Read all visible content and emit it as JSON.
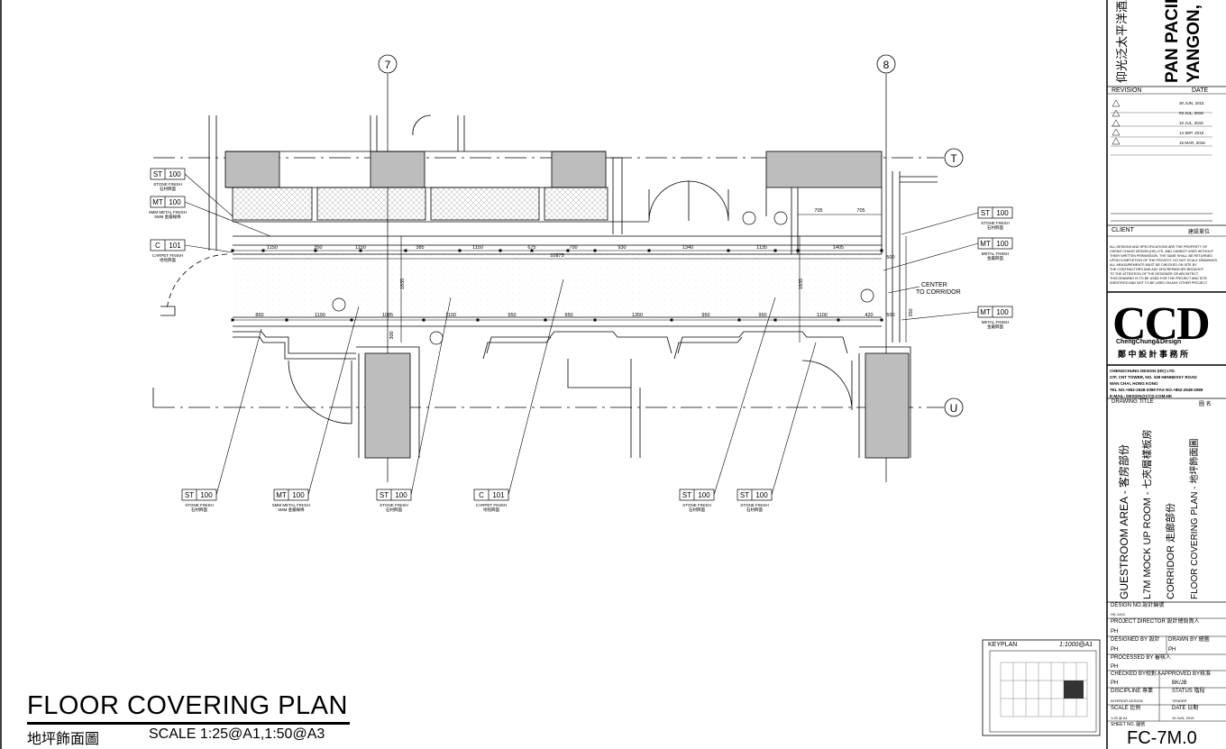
{
  "plan": {
    "title": "FLOOR COVERING PLAN",
    "subtitle_cn": "地坪飾面圖",
    "scale": "SCALE    1:25@A1,1:50@A3"
  },
  "grid": {
    "g7": "7",
    "g8": "8",
    "gT": "T",
    "gU": "U"
  },
  "tags": {
    "st": "ST",
    "mt": "MT",
    "c": "C",
    "n100": "100",
    "n101": "101",
    "stone": "STONE FINISH",
    "stone_cn": "石材飾面",
    "metal5": "5MM METAL FINISH",
    "metal5_cn": "5MM 金屬線條",
    "metal": "METAL FINISH",
    "metal_cn": "金屬飾面",
    "carpet": "CARPET FINISH",
    "carpet_cn": "地毯飾面"
  },
  "annotations": {
    "center": "CENTER",
    "corridor": "TO CORRIDOR"
  },
  "dims": {
    "top": [
      "1150",
      "350",
      "1150",
      "385",
      "1150",
      "675",
      "700",
      "930",
      "1340",
      "1135",
      "1405"
    ],
    "overall": "10875",
    "bottom": [
      "860",
      "1190",
      "1085",
      "1100",
      "950",
      "950",
      "1350",
      "950",
      "950",
      "1100",
      "420"
    ],
    "right_top": [
      "705",
      "705"
    ],
    "side": [
      "500",
      "500",
      "350",
      "300",
      "1835",
      "1835"
    ]
  },
  "title_block": {
    "project_cn": "仰光泛太平洋酒店",
    "project_1": "PAN PACIFIC",
    "project_2": "YANGON,",
    "revision": "REVISION",
    "date": "DATE",
    "rev_dates": [
      "30 JUN, 2015",
      "03 JUL, 2015",
      "10 JUL, 2015",
      "14 SEP, 2015",
      "15 MAR, 2016"
    ],
    "client": "CLIENT",
    "client_cn": "建設單位",
    "disclaimer": [
      "ALL DESIGNS AND SPECIFICATIONS ARE THE PROPERTY OF",
      "CHENG CHUNG DESIGN (HK) LTD. AND CANNOT USED WITHOUT",
      "THEIR WRITTEN PERMISSION. THE SAME SHALL BE RETURNED",
      "UPON COMPLETION OF THE PROJECT. DO NOT SCALE DRAWINGS.",
      "ALL MEASUREMENTS MUST BE CHECKED ON SITE BY",
      "THE CONTRACTORS AND ANY DISCREPANCIES BROUGHT",
      "TO THE ATTENTION OF THE DESIGNER OR ARCHITECT.",
      "THIS DRAWING IS TO BE USED FOR THE PROJECT AND SITE",
      "IDENTIFIED AND NOT TO BE USED ON ANY OTHER PROJECT."
    ],
    "logo": "CCD",
    "logo_sub": "ChengChung&Design",
    "logo_cn": "鄭 中 設 計 事 務 所",
    "company": [
      "CHENGCHUNG DESIGN (HK) LTD.",
      "27F, CNT TOWER, NO. 338 HENNESSY ROAD",
      "WAN CHAI, HONG KONG",
      "TEL NO.+852-2548-2089   FAX NO.+852-2548-2089",
      "E-MAIL: DESIGN@CCD.COM.HK"
    ],
    "drawing_title": "DRAWING TITLE",
    "drawing_title_cn": "圖 名",
    "titles": [
      "GUESTROOM AREA - 客房部份",
      "L7M MOCK UP ROOM - 七夾層樣板房",
      "CORRIDOR 走廊部份",
      "FLOOR COVERING PLAN - 地坪飾面圖"
    ],
    "design_no": "DESIGN NO.設計編號",
    "design_no_val": "HK-1410",
    "project_director": "PROJECT DIRECTOR  設計總負責人",
    "pd_val": "PH",
    "designed_by": "DESIGNED BY  設計",
    "drawn_by": "DRAWN BY  繪圖",
    "db_val": "PH",
    "dr_val": "PH",
    "processed_by": "PROCESSED BY 審核人",
    "pb_val": "PH",
    "checked_by": "CHECKED BY校對人",
    "approved_by": "APPROVED BY核准",
    "cb_val": "PH",
    "ab_val": "BK/JB",
    "discipline": "DISCIPLINE  專業",
    "status": "STATUS  階段",
    "disc_val": "INTERIOR DESIGN",
    "status_val": "TENDER",
    "scale": "SCALE  比例",
    "date2": "DATE  日期",
    "scale_val": "1:25 @ A1",
    "date_val": "19 JUN, 2015",
    "sheet_no": "SHEET NO.  圖號",
    "sheet_no_val": "FC-7M.0",
    "keyplan": "KEYPLAN",
    "keyplan_scale": "1:1000@A1"
  }
}
